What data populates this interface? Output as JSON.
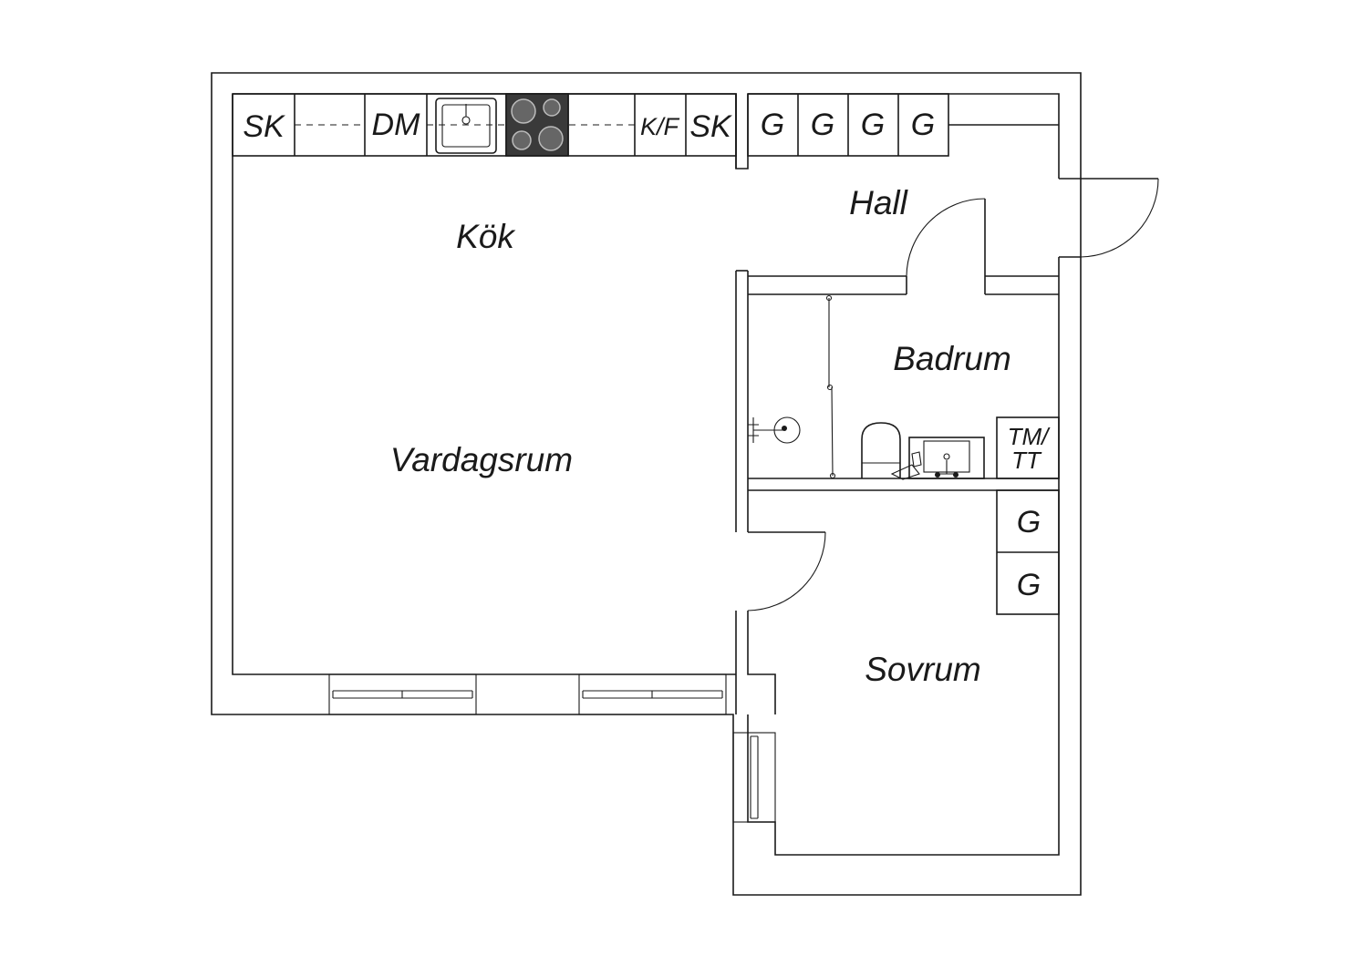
{
  "rooms": {
    "kitchen": "Kök",
    "living_room": "Vardagsrum",
    "hall": "Hall",
    "bathroom": "Badrum",
    "bedroom": "Sovrum"
  },
  "kitchen_units": {
    "cabinet_left": "SK",
    "dishwasher": "DM",
    "fridge_freezer": "K/F",
    "cabinet_right": "SK"
  },
  "hall_wardrobes": [
    "G",
    "G",
    "G",
    "G"
  ],
  "bedroom_wardrobes": [
    "G",
    "G"
  ],
  "bathroom_units": {
    "washer_dryer_line1": "TM/",
    "washer_dryer_line2": "TT"
  },
  "colors": {
    "line": "#1a1a1a",
    "background": "#ffffff",
    "stove": "#3a3a3a"
  }
}
